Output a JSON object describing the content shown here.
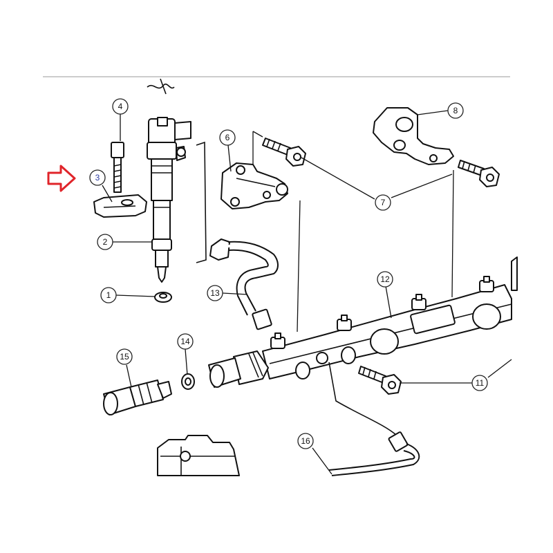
{
  "colors": {
    "highlight_arrow": "#e0242a",
    "highlight_callout": "#2a3aa0",
    "line": "#111111"
  },
  "highlighted_part": "3",
  "callouts": [
    {
      "id": "c1",
      "label": "1"
    },
    {
      "id": "c2",
      "label": "2"
    },
    {
      "id": "c3",
      "label": "3"
    },
    {
      "id": "c4",
      "label": "4"
    },
    {
      "id": "c6",
      "label": "6"
    },
    {
      "id": "c7",
      "label": "7"
    },
    {
      "id": "c8",
      "label": "8"
    },
    {
      "id": "c11",
      "label": "11"
    },
    {
      "id": "c12",
      "label": "12"
    },
    {
      "id": "c13",
      "label": "13"
    },
    {
      "id": "c14",
      "label": "14"
    },
    {
      "id": "c15",
      "label": "15"
    },
    {
      "id": "c16",
      "label": "16"
    }
  ]
}
